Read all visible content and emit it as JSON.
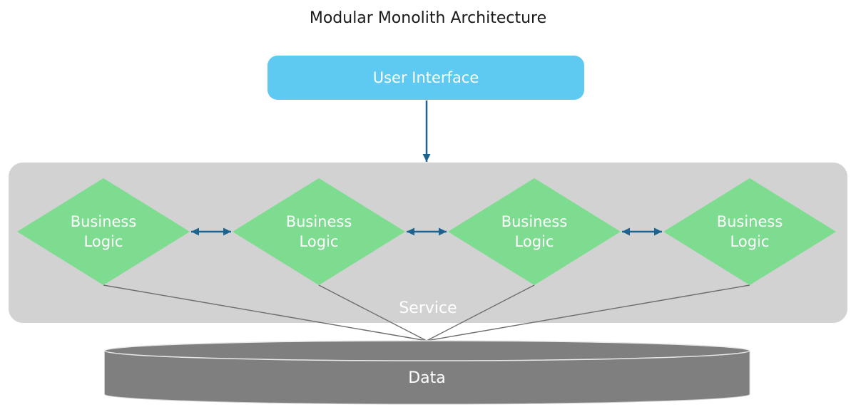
{
  "diagram": {
    "title": "Modular Monolith Architecture",
    "ui_box": {
      "label": "User Interface"
    },
    "service_container": {
      "label": "Service",
      "modules": [
        {
          "label": "Business\nLogic"
        },
        {
          "label": "Business\nLogic"
        },
        {
          "label": "Business\nLogic"
        },
        {
          "label": "Business\nLogic"
        }
      ]
    },
    "data_store": {
      "label": "Data"
    },
    "colors": {
      "ui_box": "#5ec9f1",
      "module": "#7edc90",
      "service_background": "#d2d2d2",
      "cylinder": "#7f7f7f",
      "cylinder_edge": "#e8e8e8",
      "cylinder_side_edge": "#cfcfcf",
      "connector": "#1d6390",
      "data_line": "#6e6e6e"
    }
  }
}
